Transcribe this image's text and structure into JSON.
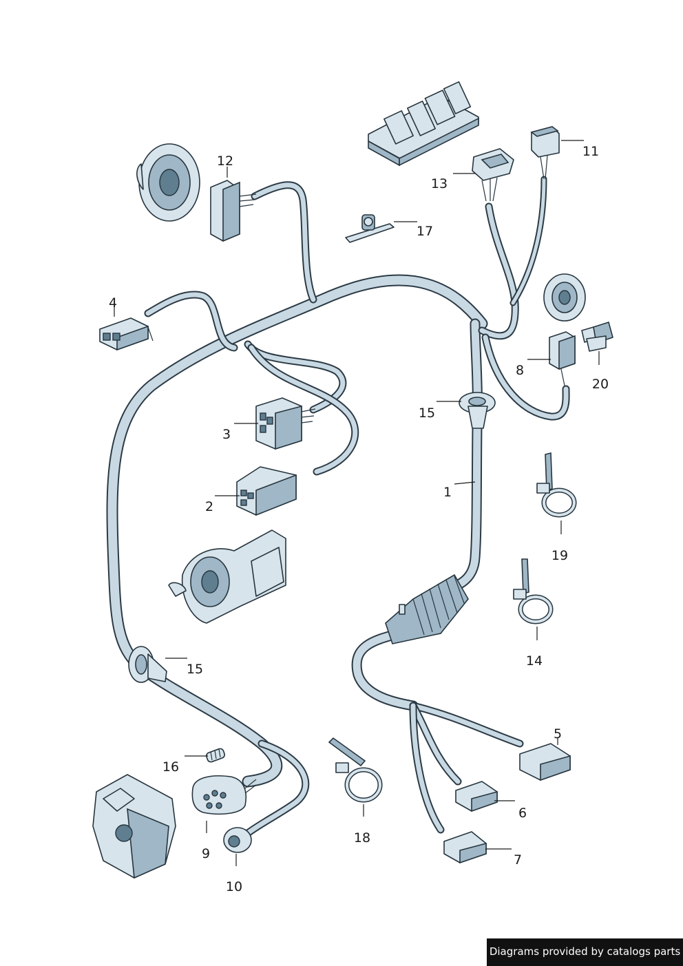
{
  "callouts": {
    "c1": "1",
    "c2": "2",
    "c3": "3",
    "c4": "4",
    "c5": "5",
    "c6": "6",
    "c7": "7",
    "c8": "8",
    "c9": "9",
    "c10": "10",
    "c11": "11",
    "c12": "12",
    "c13": "13",
    "c14": "14",
    "c15a": "15",
    "c15b": "15",
    "c16": "16",
    "c17": "17",
    "c18": "18",
    "c19": "19",
    "c20": "20"
  },
  "footer": {
    "text": "Diagrams provided by catalogs parts"
  },
  "colors": {
    "harness_fill": "#c9d9e3",
    "outline": "#26343d",
    "part_fill": "#d7e4ec",
    "badge": "#111111"
  }
}
